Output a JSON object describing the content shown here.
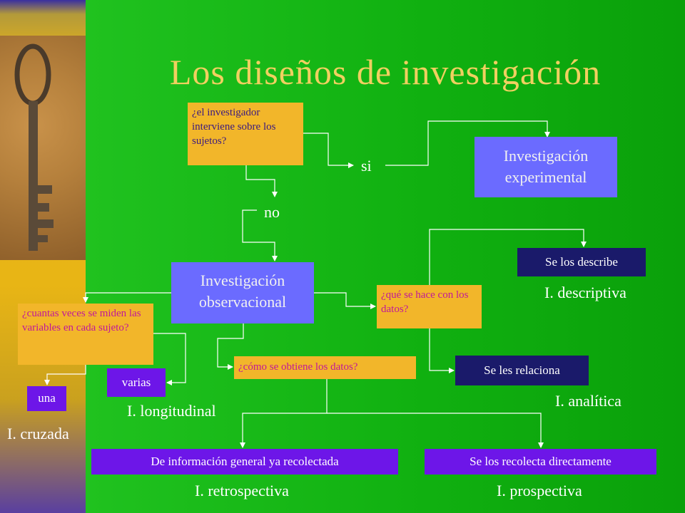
{
  "title": "Los diseños de investigación",
  "nodes": {
    "q_intervene": "¿el investigador interviene sobre los sujetos?",
    "si": "si",
    "no": "no",
    "experimental": "Investigación experimental",
    "observacional": "Investigación observacional",
    "q_datos": "¿qué se hace con los datos?",
    "describe": "Se los describe",
    "descriptiva": "I. descriptiva",
    "relaciona": "Se les relaciona",
    "analitica": "I. analítica",
    "q_veces": "¿cuantas veces se miden las variables en cada sujeto?",
    "una": "una",
    "cruzada": "I. cruzada",
    "varias": "varias",
    "longitudinal": "I. longitudinal",
    "q_obtiene": "¿cómo se obtiene los datos?",
    "general": "De información general ya recolectada",
    "retrospectiva": "I. retrospectiva",
    "directamente": "Se los recolecta directamente",
    "prospectiva": "I. prospectiva"
  },
  "colors": {
    "background": "#10b010",
    "question_box": "#f2b62a",
    "blue_box": "#6b6bff",
    "navy_box": "#1a1a6a",
    "purple_box": "#6d16e8",
    "title": "#f0d060"
  }
}
